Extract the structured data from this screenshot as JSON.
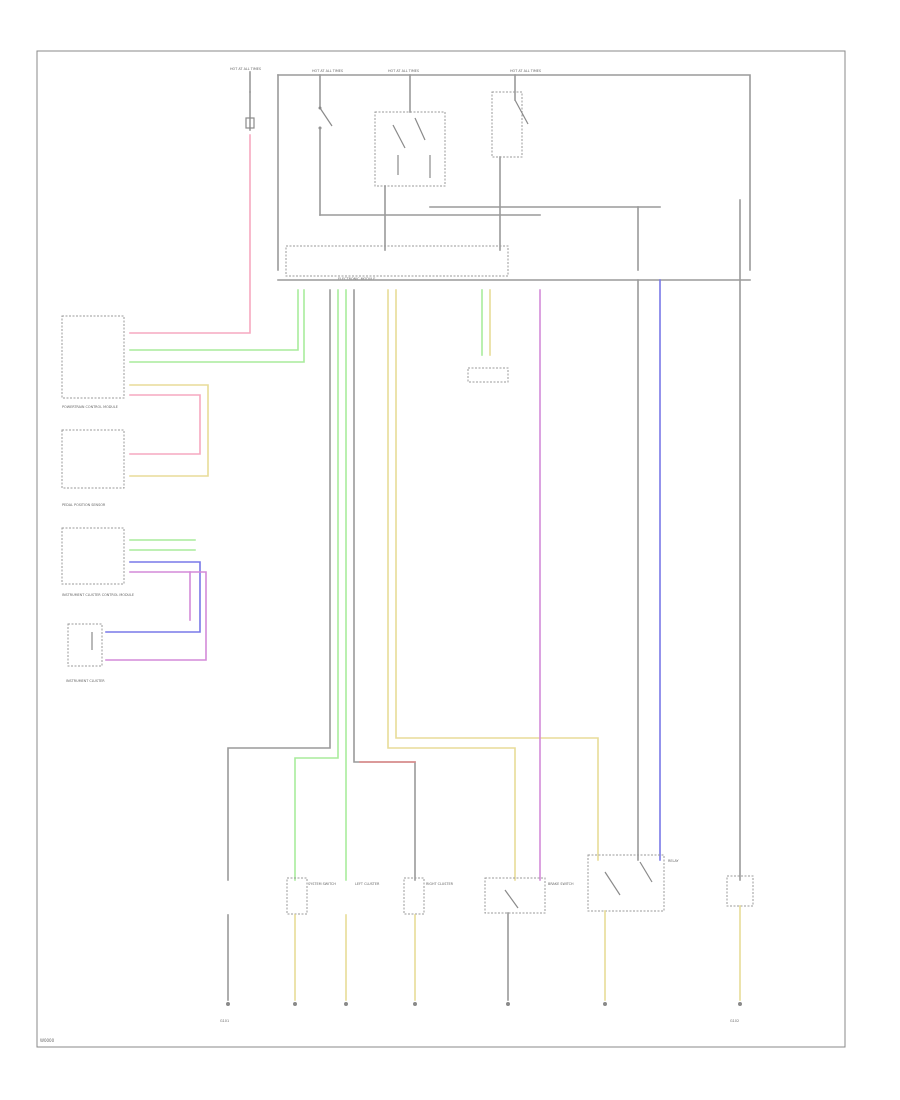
{
  "diagram": {
    "corner_label": "W0000",
    "power_sources": [
      "HOT AT ALL TIMES",
      "HOT AT ALL TIMES",
      "HOT AT ALL TIMES",
      "HOT AT ALL TIMES"
    ],
    "main_module": "ELECTRONIC MODULE",
    "components": {
      "pcm": "POWERTRAIN CONTROL MODULE",
      "pedal_sensor": "PEDAL POSITION SENSOR",
      "ipc": "INSTRUMENT CLUSTER CONTROL MODULE",
      "ipc_sub": "INSTRUMENT CLUSTER",
      "switch_left": "SYSTEM SWITCH",
      "cluster_left": "LEFT CLUSTER",
      "cluster_right": "RIGHT CLUSTER",
      "brake_switch": "BRAKE SWITCH",
      "relay": "RELAY",
      "ground_left": "G101",
      "ground_right": "G102"
    },
    "wire_colors": {
      "pink": "#f6a8c0",
      "green": "#a8ec9c",
      "yellow": "#e8dc98",
      "magenta": "#d48ad8",
      "blue": "#7878e8",
      "black": "#9a9a9a",
      "red": "#e08a8a"
    }
  }
}
